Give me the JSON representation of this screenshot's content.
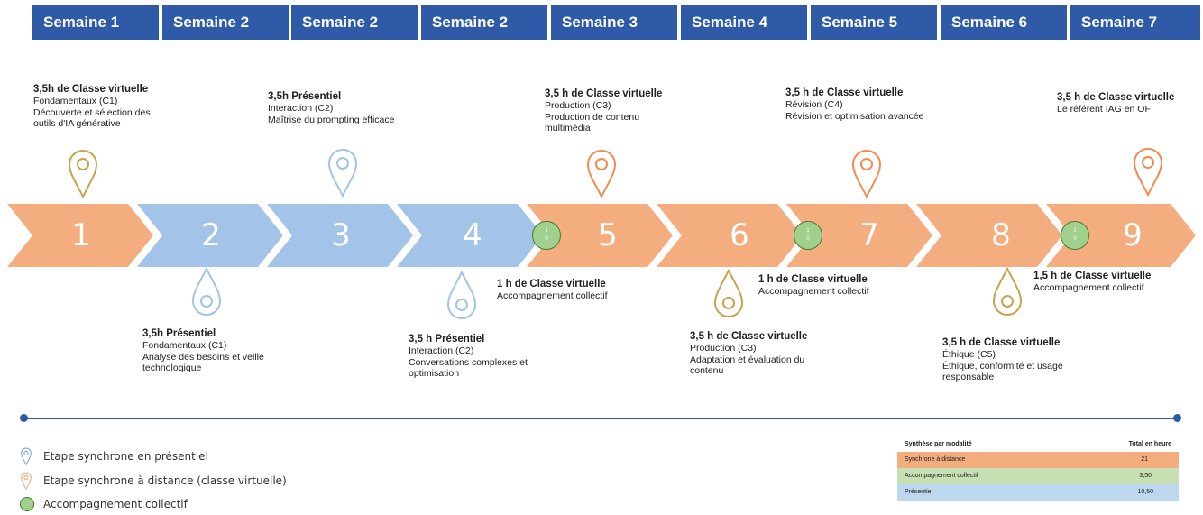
{
  "weeks": [
    "Semaine 1",
    "Semaine 2",
    "Semaine 2",
    "Semaine 2",
    "Semaine 3",
    "Semaine 4",
    "Semaine 5",
    "Semaine 6",
    "Semaine 7"
  ],
  "steps": [
    "1",
    "2",
    "3",
    "4",
    "5",
    "6",
    "7",
    "8",
    "9"
  ],
  "step_colors": {
    "orange": "#f4ad7f",
    "blue": "#a3c4e8",
    "green": "#9fd08c",
    "header": "#2e5aa8"
  },
  "dot_label": "1\n0",
  "top": [
    {
      "title": "3,5h de Classe virtuelle",
      "line1": "Fondamentaux (C1)",
      "line2": "Découverte et sélection des",
      "line3": "outils d'IA générative"
    },
    {
      "title": "3,5h Présentiel",
      "line1": "Interaction (C2)",
      "line2": "Maîtrise du prompting efficace",
      "line3": ""
    },
    {
      "title": "3,5 h de Classe virtuelle",
      "line1": "Production (C3)",
      "line2": "Production de contenu",
      "line3": "multimédia"
    },
    {
      "title": "3,5 h de Classe virtuelle",
      "line1": "Révision (C4)",
      "line2": "Révision et optimisation avancée",
      "line3": ""
    },
    {
      "title": "3,5 h de Classe virtuelle",
      "line1": "Le référent IAG en OF",
      "line2": "",
      "line3": ""
    }
  ],
  "bottom": [
    {
      "title": "3,5h Présentiel",
      "line1": "Fondamentaux (C1)",
      "line2": "Analyse des besoins et veille",
      "line3": "technologique"
    },
    {
      "title": "3,5 h Présentiel",
      "line1": "Interaction (C2)",
      "line2": "Conversations complexes et",
      "line3": "optimisation"
    },
    {
      "title": "1 h de Classe virtuelle",
      "line1": "Accompagnement collectif",
      "line2": "",
      "line3": ""
    },
    {
      "title": "3,5 h de Classe virtuelle",
      "line1": "Production (C3)",
      "line2": "Adaptation et évaluation du",
      "line3": "contenu"
    },
    {
      "title": "1 h de Classe virtuelle",
      "line1": "Accompagnement collectif",
      "line2": "",
      "line3": ""
    },
    {
      "title": "3,5 h de Classe virtuelle",
      "line1": "Éthique (C5)",
      "line2": "Éthique, conformité et usage",
      "line3": "responsable"
    },
    {
      "title": "1,5 h de Classe virtuelle",
      "line1": "Accompagnement collectif",
      "line2": "",
      "line3": ""
    }
  ],
  "legend": {
    "presentiel": "Etape synchrone en présentiel",
    "distance": "Etape synchrone à distance (classe virtuelle)",
    "accompagnement": "Accompagnement collectif"
  },
  "summary": {
    "header_left": "Synthèse par modalité",
    "header_right": "Total en heure",
    "rows": [
      {
        "label": "Synchrone à distance",
        "value": "21",
        "color": "#f4ad7f"
      },
      {
        "label": "Accompagnement collectif",
        "value": "3,50",
        "color": "#c6e0b4"
      },
      {
        "label": "Présentiel",
        "value": "10,50",
        "color": "#bdd7ee"
      }
    ]
  }
}
